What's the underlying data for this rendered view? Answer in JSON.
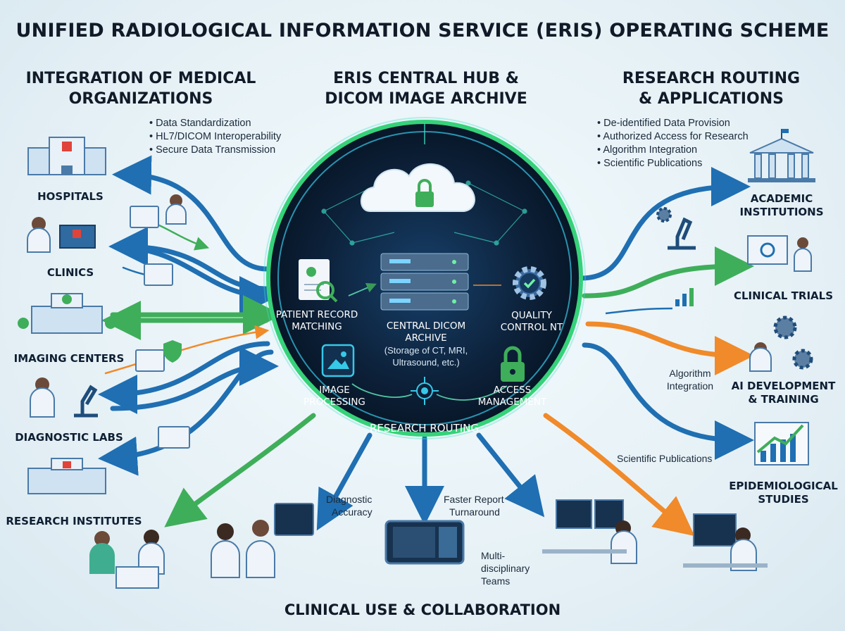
{
  "title": "UNIFIED RADIOLOGICAL INFORMATION SERVICE (ERIS) OPERATING SCHEME",
  "left": {
    "heading_line1": "INTEGRATION OF MEDICAL",
    "heading_line2": "ORGANIZATIONS",
    "bullets": [
      "Data Standardization",
      "HL7/DICOM Interoperability",
      "Secure Data Transmission"
    ],
    "orgs": [
      "HOSPITALS",
      "CLINICS",
      "IMAGING CENTERS",
      "DIAGNOSTIC LABS",
      "RESEARCH INSTITUTES"
    ]
  },
  "center": {
    "heading_line1": "ERIS CENTRAL HUB &",
    "heading_line2": "DICOM IMAGE ARCHIVE",
    "patient_record_1": "PATIENT RECORD",
    "patient_record_2": "MATCHING",
    "archive_1": "CENTRAL DICOM",
    "archive_2": "ARCHIVE",
    "archive_sub_1": "(Storage of CT, MRI,",
    "archive_sub_2": "Ultrasound, etc.)",
    "quality_1": "QUALITY",
    "quality_2": "CONTROL NT",
    "image_proc_1": "IMAGE",
    "image_proc_2": "PROCESSING",
    "access_1": "ACCESS",
    "access_2": "MANAGEMENT",
    "research_routing": "RESEARCH ROUTING"
  },
  "right": {
    "heading_line1": "RESEARCH ROUTING",
    "heading_line2": "& APPLICATIONS",
    "bullets": [
      "De-identified Data Provision",
      "Authorized Access for Research",
      "Algorithm Integration",
      "Scientific Publications"
    ],
    "academic_1": "ACADEMIC",
    "academic_2": "INSTITUTIONS",
    "clinical_trials": "CLINICAL TRIALS",
    "ai_1": "AI DEVELOPMENT",
    "ai_2": "& TRAINING",
    "epi_1": "EPIDEMIOLOGICAL",
    "epi_2": "STUDIES",
    "algo_1": "Algorithm",
    "algo_2": "Integration",
    "sci_pub": "Scientific Publications"
  },
  "bottom": {
    "heading": "CLINICAL USE & COLLABORATION",
    "diag_1": "Diagnostic",
    "diag_2": "Accuracy",
    "faster_1": "Faster Report",
    "faster_2": "Turnaround",
    "multi_1": "Multi-",
    "multi_2": "disciplinary",
    "multi_3": "Teams"
  },
  "colors": {
    "blue": "#1f6fb2",
    "green": "#3fae5a",
    "orange": "#f08a2a",
    "hub_dark": "#0c2038",
    "glow": "#3fe0c8"
  },
  "icons": [
    "hospital-icon",
    "clinic-icon",
    "imaging-center-icon",
    "lab-icon",
    "research-institute-icon",
    "cloud-lock-icon",
    "server-icon",
    "gear-check-icon",
    "padlock-icon",
    "network-icon",
    "document-search-icon",
    "image-icon",
    "university-icon",
    "microscope-icon",
    "chart-icon",
    "doctor-icon"
  ]
}
